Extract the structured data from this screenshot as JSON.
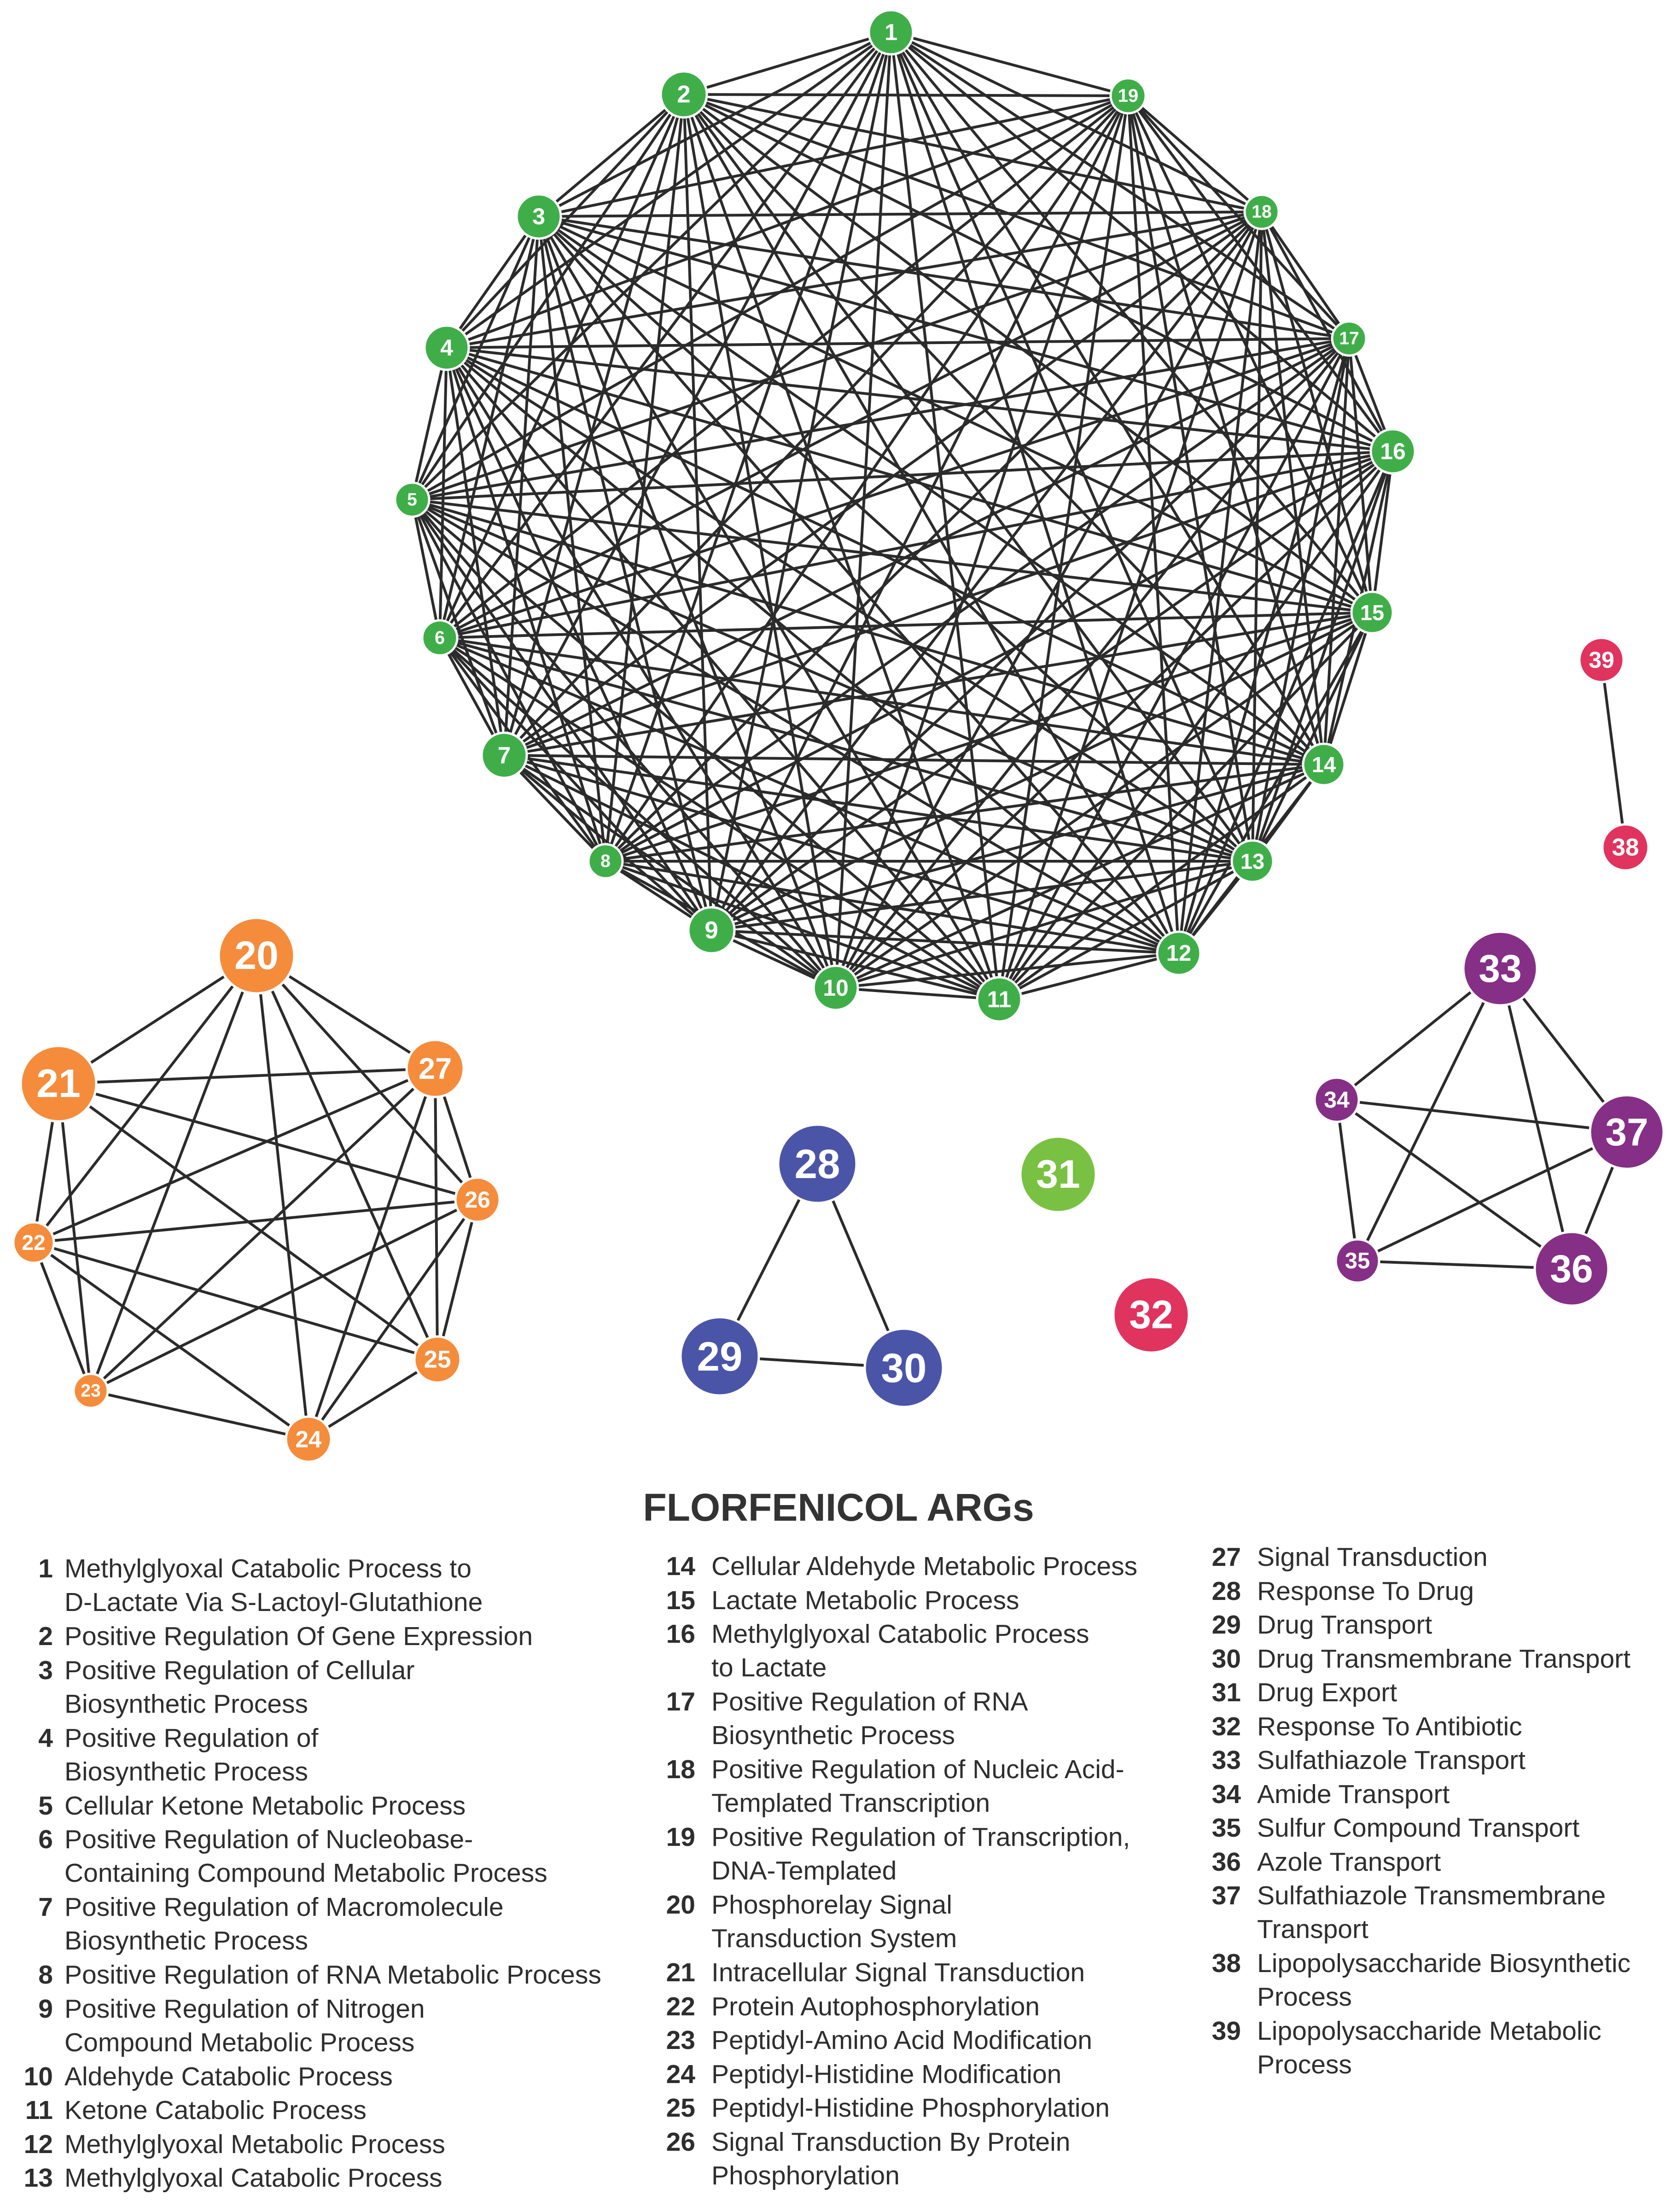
{
  "title": "FLORFENICOL ARGs",
  "colors": {
    "green": "#3fae49",
    "light_green": "#79c142",
    "orange": "#f58c3c",
    "blue": "#4a55a8",
    "pink": "#e0335e",
    "purple": "#862f86",
    "edge": "#2b2b2b"
  },
  "nodes": [
    {
      "id": 1,
      "label": "1",
      "color": "green"
    },
    {
      "id": 2,
      "label": "2",
      "color": "green"
    },
    {
      "id": 3,
      "label": "3",
      "color": "green"
    },
    {
      "id": 4,
      "label": "4",
      "color": "green"
    },
    {
      "id": 5,
      "label": "5",
      "color": "green"
    },
    {
      "id": 6,
      "label": "6",
      "color": "green"
    },
    {
      "id": 7,
      "label": "7",
      "color": "green"
    },
    {
      "id": 8,
      "label": "8",
      "color": "green"
    },
    {
      "id": 9,
      "label": "9",
      "color": "green"
    },
    {
      "id": 10,
      "label": "10",
      "color": "green"
    },
    {
      "id": 11,
      "label": "11",
      "color": "green"
    },
    {
      "id": 12,
      "label": "12",
      "color": "green"
    },
    {
      "id": 13,
      "label": "13",
      "color": "green"
    },
    {
      "id": 14,
      "label": "14",
      "color": "green"
    },
    {
      "id": 15,
      "label": "15",
      "color": "green"
    },
    {
      "id": 16,
      "label": "16",
      "color": "green"
    },
    {
      "id": 17,
      "label": "17",
      "color": "green"
    },
    {
      "id": 18,
      "label": "18",
      "color": "green"
    },
    {
      "id": 19,
      "label": "19",
      "color": "green"
    },
    {
      "id": 20,
      "label": "20",
      "color": "orange"
    },
    {
      "id": 21,
      "label": "21",
      "color": "orange"
    },
    {
      "id": 22,
      "label": "22",
      "color": "orange"
    },
    {
      "id": 23,
      "label": "23",
      "color": "orange"
    },
    {
      "id": 24,
      "label": "24",
      "color": "orange"
    },
    {
      "id": 25,
      "label": "25",
      "color": "orange"
    },
    {
      "id": 26,
      "label": "26",
      "color": "orange"
    },
    {
      "id": 27,
      "label": "27",
      "color": "orange"
    },
    {
      "id": 28,
      "label": "28",
      "color": "blue"
    },
    {
      "id": 29,
      "label": "29",
      "color": "blue"
    },
    {
      "id": 30,
      "label": "30",
      "color": "blue"
    },
    {
      "id": 31,
      "label": "31",
      "color": "light_green"
    },
    {
      "id": 32,
      "label": "32",
      "color": "pink"
    },
    {
      "id": 33,
      "label": "33",
      "color": "purple"
    },
    {
      "id": 34,
      "label": "34",
      "color": "purple"
    },
    {
      "id": 35,
      "label": "35",
      "color": "purple"
    },
    {
      "id": 36,
      "label": "36",
      "color": "purple"
    },
    {
      "id": 37,
      "label": "37",
      "color": "purple"
    },
    {
      "id": 38,
      "label": "38",
      "color": "pink"
    },
    {
      "id": 39,
      "label": "39",
      "color": "pink"
    }
  ],
  "edges": {
    "complete_groups": [
      [
        1,
        2,
        3,
        4,
        5,
        6,
        7,
        8,
        9,
        10,
        11,
        12,
        13,
        14,
        15,
        16,
        17,
        18,
        19
      ]
    ],
    "pairs": [
      [
        20,
        21
      ],
      [
        20,
        22
      ],
      [
        20,
        23
      ],
      [
        20,
        24
      ],
      [
        20,
        25
      ],
      [
        20,
        26
      ],
      [
        20,
        27
      ],
      [
        21,
        22
      ],
      [
        21,
        23
      ],
      [
        21,
        25
      ],
      [
        21,
        26
      ],
      [
        21,
        27
      ],
      [
        22,
        23
      ],
      [
        22,
        24
      ],
      [
        22,
        25
      ],
      [
        22,
        26
      ],
      [
        22,
        27
      ],
      [
        23,
        24
      ],
      [
        23,
        26
      ],
      [
        23,
        27
      ],
      [
        24,
        25
      ],
      [
        24,
        26
      ],
      [
        24,
        27
      ],
      [
        25,
        26
      ],
      [
        25,
        27
      ],
      [
        26,
        27
      ],
      [
        28,
        29
      ],
      [
        28,
        30
      ],
      [
        29,
        30
      ],
      [
        33,
        34
      ],
      [
        33,
        35
      ],
      [
        33,
        36
      ],
      [
        33,
        37
      ],
      [
        34,
        35
      ],
      [
        34,
        36
      ],
      [
        34,
        37
      ],
      [
        35,
        36
      ],
      [
        35,
        37
      ],
      [
        36,
        37
      ],
      [
        38,
        39
      ]
    ]
  },
  "legend": {
    "col1": [
      {
        "num": "1",
        "lines": [
          "Methylglyoxal Catabolic Process to",
          "D-Lactate Via S-Lactoyl-Glutathione"
        ]
      },
      {
        "num": "2",
        "lines": [
          "Positive Regulation Of Gene Expression"
        ]
      },
      {
        "num": "3",
        "lines": [
          "Positive Regulation of Cellular",
          "Biosynthetic Process"
        ]
      },
      {
        "num": "4",
        "lines": [
          "Positive Regulation of",
          "Biosynthetic Process"
        ]
      },
      {
        "num": "5",
        "lines": [
          "Cellular Ketone Metabolic Process"
        ]
      },
      {
        "num": "6",
        "lines": [
          "Positive Regulation of Nucleobase-",
          "Containing Compound Metabolic Process"
        ]
      },
      {
        "num": "7",
        "lines": [
          "Positive Regulation of Macromolecule",
          "Biosynthetic Process"
        ]
      },
      {
        "num": "8",
        "lines": [
          "Positive Regulation of RNA Metabolic Process"
        ]
      },
      {
        "num": "9",
        "lines": [
          "Positive Regulation of Nitrogen",
          "Compound Metabolic Process"
        ]
      },
      {
        "num": "10",
        "lines": [
          "Aldehyde Catabolic Process"
        ]
      },
      {
        "num": "11",
        "lines": [
          "Ketone Catabolic Process"
        ]
      },
      {
        "num": "12",
        "lines": [
          "Methylglyoxal Metabolic Process"
        ]
      },
      {
        "num": "13",
        "lines": [
          "Methylglyoxal Catabolic Process"
        ]
      }
    ],
    "col2": [
      {
        "num": "14",
        "lines": [
          "Cellular Aldehyde Metabolic Process"
        ]
      },
      {
        "num": "15",
        "lines": [
          "Lactate Metabolic Process"
        ]
      },
      {
        "num": "16",
        "lines": [
          "Methylglyoxal Catabolic Process",
          "to Lactate"
        ]
      },
      {
        "num": "17",
        "lines": [
          "Positive Regulation of RNA",
          "Biosynthetic Process"
        ]
      },
      {
        "num": "18",
        "lines": [
          "Positive Regulation of Nucleic Acid-",
          "Templated Transcription"
        ]
      },
      {
        "num": "19",
        "lines": [
          "Positive Regulation of Transcription,",
          "DNA-Templated"
        ]
      },
      {
        "num": "20",
        "lines": [
          "Phosphorelay Signal",
          "Transduction System"
        ]
      },
      {
        "num": "21",
        "lines": [
          "Intracellular Signal Transduction"
        ]
      },
      {
        "num": "22",
        "lines": [
          "Protein Autophosphorylation"
        ]
      },
      {
        "num": "23",
        "lines": [
          "Peptidyl-Amino Acid Modification"
        ]
      },
      {
        "num": "24",
        "lines": [
          "Peptidyl-Histidine Modification"
        ]
      },
      {
        "num": "25",
        "lines": [
          "Peptidyl-Histidine Phosphorylation"
        ]
      },
      {
        "num": "26",
        "lines": [
          "Signal Transduction By Protein",
          "Phosphorylation"
        ]
      }
    ],
    "col3": [
      {
        "num": "27",
        "lines": [
          "Signal Transduction"
        ]
      },
      {
        "num": "28",
        "lines": [
          "Response To Drug"
        ]
      },
      {
        "num": "29",
        "lines": [
          "Drug Transport"
        ]
      },
      {
        "num": "30",
        "lines": [
          "Drug Transmembrane Transport"
        ]
      },
      {
        "num": "31",
        "lines": [
          "Drug Export"
        ]
      },
      {
        "num": "32",
        "lines": [
          "Response To Antibiotic"
        ]
      },
      {
        "num": "33",
        "lines": [
          "Sulfathiazole Transport"
        ]
      },
      {
        "num": "34",
        "lines": [
          "Amide Transport"
        ]
      },
      {
        "num": "35",
        "lines": [
          "Sulfur Compound Transport"
        ]
      },
      {
        "num": "36",
        "lines": [
          "Azole Transport"
        ]
      },
      {
        "num": "37",
        "lines": [
          "Sulfathiazole Transmembrane",
          "Transport"
        ]
      },
      {
        "num": "38",
        "lines": [
          "Lipopolysaccharide Biosynthetic",
          "Process"
        ]
      },
      {
        "num": "39",
        "lines": [
          "Lipopolysaccharide Metabolic",
          "Process"
        ]
      }
    ]
  }
}
